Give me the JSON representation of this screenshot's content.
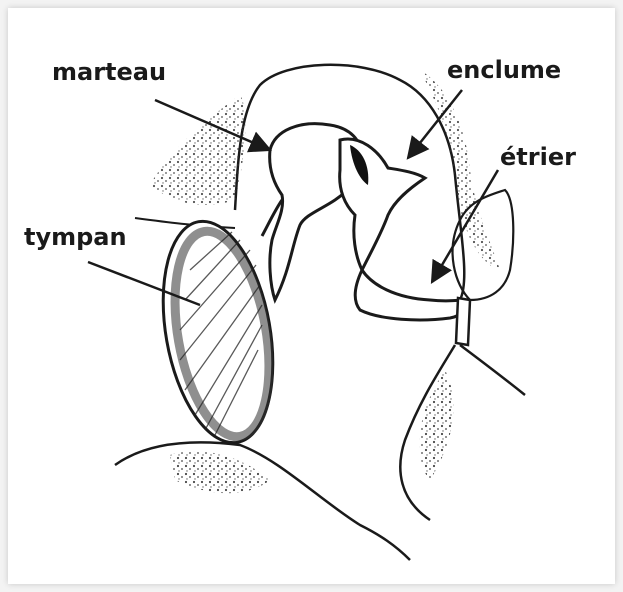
{
  "labels": {
    "marteau": "marteau",
    "enclume": "enclume",
    "etrier": "étrier",
    "tympan": "tympan"
  },
  "colors": {
    "ink": "#1a1a1a",
    "paper": "#ffffff",
    "background": "#f3f3f3"
  }
}
